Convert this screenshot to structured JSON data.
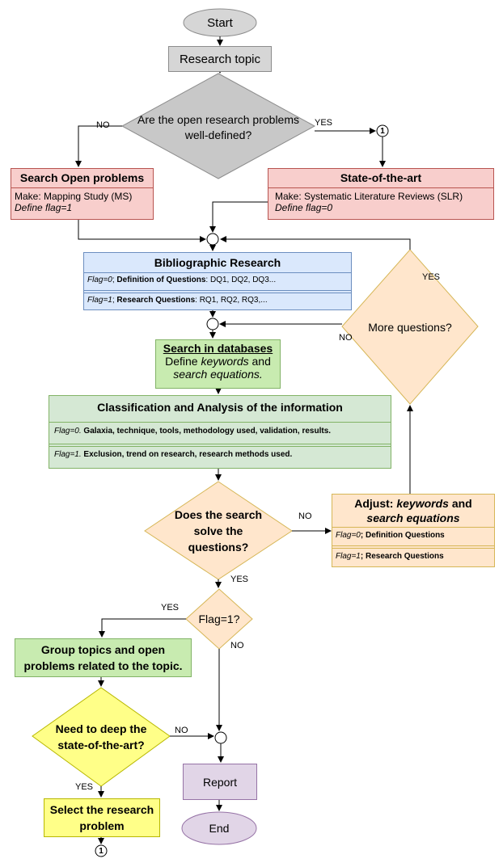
{
  "nodes": {
    "start": "Start",
    "research_topic": "Research topic",
    "decision_open": "Are the open research problems well-defined?",
    "search_open": {
      "title": "Search Open problems",
      "line1": "Make: Mapping Study (MS)",
      "line2": "Define flag=1"
    },
    "state_art": {
      "title": "State-of-the-art",
      "line1": "Make: Systematic Literature Reviews (SLR)",
      "line2": "Define flag=0"
    },
    "bibliographic": {
      "title": "Bibliographic Research",
      "row1_flag": "Flag=0",
      "row1_sep": ";",
      "row1_bold": "Definition of Questions",
      "row1_rest": ": DQ1, DQ2, DQ3...",
      "row2_flag": "Flag=1",
      "row2_sep": ";",
      "row2_bold": "Research Questions",
      "row2_rest": ": RQ1, RQ2, RQ3,..."
    },
    "more_questions": "More questions?",
    "search_db": {
      "title": "Search in databases",
      "line1_a": "Define ",
      "line1_b": "keywords",
      "line1_c": " and",
      "line2": "search equations."
    },
    "classification": {
      "title": "Classification and Analysis of the information",
      "row1_flag": "Flag=0.",
      "row1_text": " Galaxia, technique, tools, methodology used, validation, results.",
      "row2_flag": "Flag=1.",
      "row2_text": " Exclusion, trend on research, research methods used."
    },
    "does_search": {
      "line1": "Does the search",
      "line2": "solve the",
      "line3": "questions?"
    },
    "adjust": {
      "title_a": "Adjust: ",
      "title_b": "keywords",
      "title_c": " and",
      "title_line2": "search equations",
      "row1_flag": "Flag=0",
      "row1_text": "; Definition Questions",
      "row2_flag": "Flag=1",
      "row2_text": "; Research Questions"
    },
    "flag1": "Flag=1?",
    "group_topics": {
      "line1": "Group topics and open",
      "line2": "problems related to the topic."
    },
    "need_deep": {
      "line1": "Need to deep the",
      "line2": "state-of-the-art?"
    },
    "report": "Report",
    "select_problem": {
      "line1": "Select the research",
      "line2": "problem"
    },
    "end": "End",
    "connector_top": "1",
    "connector_bottom": "1"
  },
  "edge_labels": {
    "no_open": "NO",
    "yes_open": "YES",
    "yes_more": "YES",
    "no_more": "NO",
    "no_search": "NO",
    "yes_search": "YES",
    "yes_flag": "YES",
    "no_flag": "NO",
    "no_deep": "NO",
    "yes_deep": "YES"
  },
  "colors": {
    "gray_fill": "#d6d6d6",
    "gray_stroke": "#8c8c8c",
    "red_fill": "#f8cecc",
    "red_stroke": "#b85450",
    "blue_fill": "#dae8fc",
    "blue_stroke": "#6c8ebf",
    "green_fill": "#d5e8d4",
    "green_stroke": "#82b366",
    "green_bright_fill": "#c8ebb0",
    "orange_fill": "#ffe6cc",
    "orange_stroke": "#d6b656",
    "yellow_fill": "#ffff88",
    "yellow_stroke": "#b8b800",
    "purple_fill": "#e1d5e7",
    "purple_stroke": "#9673a6"
  }
}
